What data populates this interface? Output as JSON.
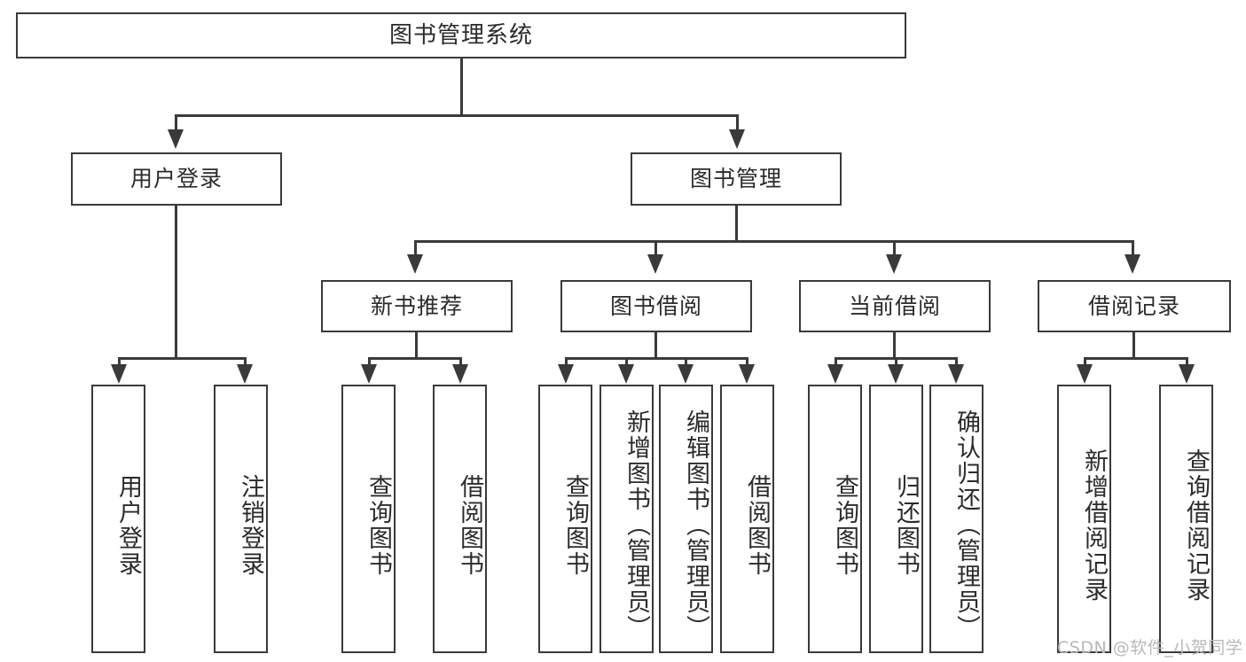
{
  "diagram": {
    "type": "tree-hierarchy",
    "title": "图书管理系统",
    "watermark": "CSDN @软件_小贺同学",
    "colors": {
      "stroke": "#3a3a3a",
      "fill": "#ffffff",
      "text": "#2b2b2b",
      "watermark": "#b9b9b9"
    },
    "nodes": {
      "root": {
        "label": "图书管理系统"
      },
      "level2": [
        {
          "label": "用户登录"
        },
        {
          "label": "图书管理"
        }
      ],
      "level3": [
        {
          "label": "新书推荐"
        },
        {
          "label": "图书借阅"
        },
        {
          "label": "当前借阅"
        },
        {
          "label": "借阅记录"
        }
      ],
      "leaves_user_login": [
        {
          "label": "用户登录"
        },
        {
          "label": "注销登录"
        }
      ],
      "leaves_new_book": [
        {
          "label": "查询图书"
        },
        {
          "label": "借阅图书"
        }
      ],
      "leaves_borrow": [
        {
          "label": "查询图书"
        },
        {
          "label": "新增图书（管理员）"
        },
        {
          "label": "编辑图书（管理员）"
        },
        {
          "label": "借阅图书"
        }
      ],
      "leaves_current": [
        {
          "label": "查询图书"
        },
        {
          "label": "归还图书"
        },
        {
          "label": "确认归还（管理员）"
        }
      ],
      "leaves_record": [
        {
          "label": "新增借阅记录"
        },
        {
          "label": "查询借阅记录"
        }
      ]
    }
  }
}
